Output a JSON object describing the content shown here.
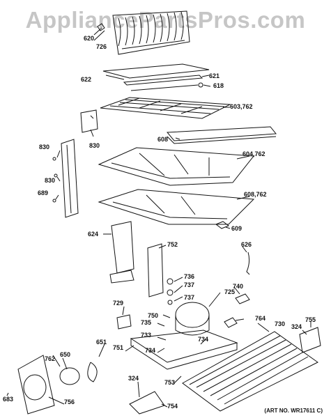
{
  "watermark": "AppliancePartsPros.com",
  "art_number": "(ART NO. WR17611 C)",
  "labels": {
    "620": "620",
    "726": "726",
    "622": "622",
    "621": "621",
    "618": "618",
    "603_762": "603,762",
    "608": "608",
    "830_top": "830",
    "830_mid": "830",
    "830_bracket": "830",
    "689": "689",
    "604_762": "604,762",
    "608_762": "608,762",
    "609": "609",
    "624": "624",
    "752": "752",
    "626": "626",
    "736": "736",
    "737a": "737",
    "737b": "737",
    "725": "725",
    "740": "740",
    "729": "729",
    "750": "750",
    "735": "735",
    "764": "764",
    "730": "730",
    "324a": "324",
    "755": "755",
    "733": "733",
    "651": "651",
    "751": "751",
    "734a": "734",
    "734b": "734",
    "762": "762",
    "650": "650",
    "753": "753",
    "324b": "324",
    "756": "756",
    "754": "754",
    "683": "683"
  }
}
